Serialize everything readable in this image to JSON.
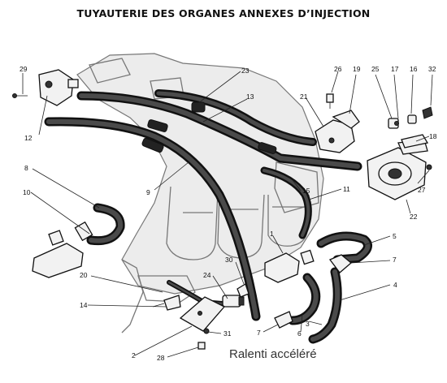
{
  "title": "TUYAUTERIE DES ORGANES ANNEXES D’INJECTION",
  "caption": "Ralenti accéléré",
  "callouts": [
    {
      "id": "29",
      "text": "29"
    },
    {
      "id": "12",
      "text": "12"
    },
    {
      "id": "23",
      "text": "23"
    },
    {
      "id": "13",
      "text": "13"
    },
    {
      "id": "26",
      "text": "26"
    },
    {
      "id": "19",
      "text": "19"
    },
    {
      "id": "25",
      "text": "25"
    },
    {
      "id": "17",
      "text": "17"
    },
    {
      "id": "16",
      "text": "16"
    },
    {
      "id": "32",
      "text": "32"
    },
    {
      "id": "21",
      "text": "21"
    },
    {
      "id": "18",
      "text": "18"
    },
    {
      "id": "8",
      "text": "8"
    },
    {
      "id": "9",
      "text": "9"
    },
    {
      "id": "10",
      "text": "10"
    },
    {
      "id": "15",
      "text": "15"
    },
    {
      "id": "11",
      "text": "11"
    },
    {
      "id": "27",
      "text": "27"
    },
    {
      "id": "22",
      "text": "22"
    },
    {
      "id": "1",
      "text": "1"
    },
    {
      "id": "5",
      "text": "5"
    },
    {
      "id": "7a",
      "text": "7"
    },
    {
      "id": "30",
      "text": "30"
    },
    {
      "id": "24",
      "text": "24"
    },
    {
      "id": "20",
      "text": "20"
    },
    {
      "id": "4",
      "text": "4"
    },
    {
      "id": "14",
      "text": "14"
    },
    {
      "id": "3",
      "text": "3"
    },
    {
      "id": "7b",
      "text": "7"
    },
    {
      "id": "6",
      "text": "6"
    },
    {
      "id": "31",
      "text": "31"
    },
    {
      "id": "2",
      "text": "2"
    },
    {
      "id": "28",
      "text": "28"
    }
  ]
}
